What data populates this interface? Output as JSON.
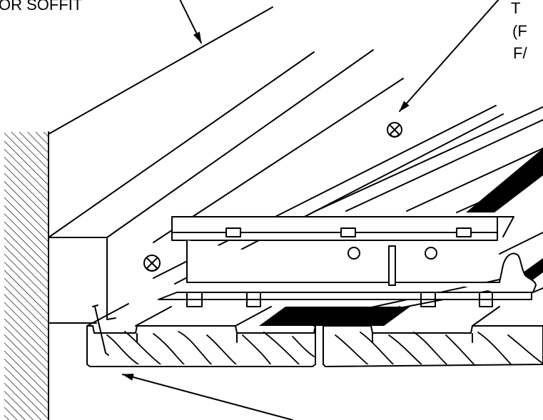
{
  "labels": {
    "top_left": "OR SOFFIT",
    "top_right_line1": "T",
    "top_right_line2": "(F",
    "top_right_line3": "F/"
  },
  "colors": {
    "line": "#000000",
    "background": "#ffffff"
  },
  "icons": [
    "wall-hatch",
    "screw-head",
    "nail",
    "wood-grain"
  ]
}
